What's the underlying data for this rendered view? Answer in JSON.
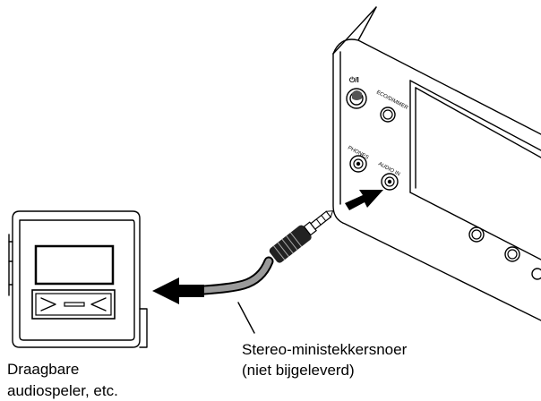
{
  "labels": {
    "cable_line1": "Stereo-ministekkersnoer",
    "cable_line2": "(niet bijgeleverd)",
    "player_line1": "Draagbare",
    "player_line2": "audiospeler, etc."
  },
  "device_labels": {
    "power": "⏻/I",
    "eco": "ECO/DIMMER",
    "phones": "PHONES",
    "audio_in": "AUDIO IN"
  }
}
